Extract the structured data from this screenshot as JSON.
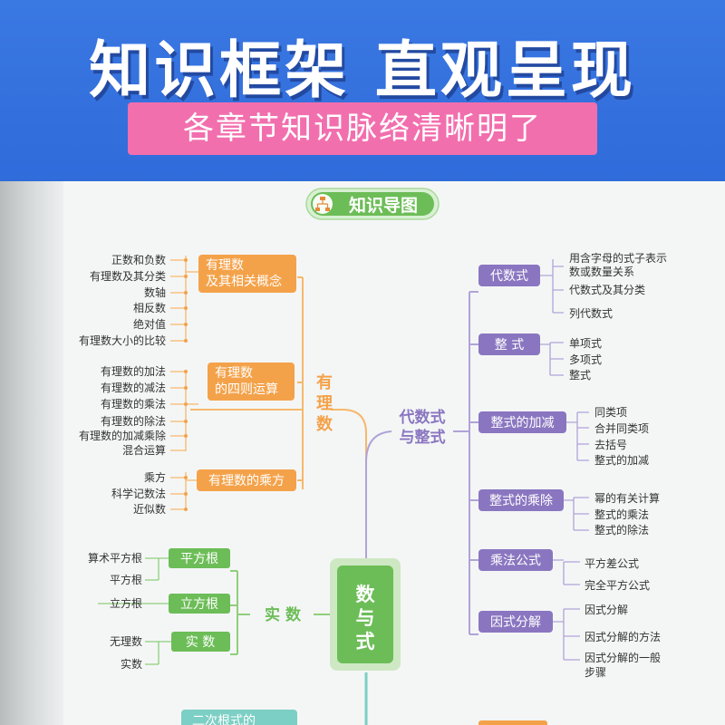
{
  "header": {
    "title": "知识框架  直观呈现",
    "subtitle": "各章节知识脉络清晰明了"
  },
  "badge": {
    "label": "知识导图",
    "icon": "hierarchy-icon"
  },
  "center": {
    "label": "数与式"
  },
  "branches": {
    "rational": {
      "label": "有理数",
      "groups": [
        {
          "label": "有理数 及其相关概念",
          "items": [
            "正数和负数",
            "有理数及其分类",
            "数轴",
            "相反数",
            "绝对值",
            "有理数大小的比较"
          ]
        },
        {
          "label": "有理数 的四则运算",
          "items": [
            "有理数的加法",
            "有理数的减法",
            "有理数的乘法",
            "有理数的除法",
            "有理数的加减乘除",
            "混合运算"
          ]
        },
        {
          "label": "有理数的乘方",
          "items": [
            "乘方",
            "科学记数法",
            "近似数"
          ]
        }
      ]
    },
    "real": {
      "label": "实 数",
      "groups": [
        {
          "label": "平方根",
          "items": [
            "算术平方根",
            "平方根"
          ]
        },
        {
          "label": "立方根",
          "items": [
            "立方根"
          ]
        },
        {
          "label": "实 数",
          "items": [
            "无理数",
            "实数"
          ]
        }
      ]
    },
    "algebra": {
      "label": "代数式 与整式",
      "groups": [
        {
          "label": "代数式",
          "items": [
            "用含字母的式子表示",
            "数或数量关系",
            "代数式及其分类",
            "列代数式"
          ]
        },
        {
          "label": "整 式",
          "items": [
            "单项式",
            "多项式",
            "整式"
          ]
        },
        {
          "label": "整式的加减",
          "items": [
            "同类项",
            "合并同类项",
            "去括号",
            "整式的加减"
          ]
        },
        {
          "label": "整式的乘除",
          "items": [
            "幂的有关计算",
            "整式的乘法",
            "整式的除法"
          ]
        },
        {
          "label": "乘法公式",
          "items": [
            "平方差公式",
            "完全平方公式"
          ]
        },
        {
          "label": "因式分解",
          "items": [
            "因式分解",
            "因式分解的方法",
            "因式分解的一般",
            "步骤"
          ]
        }
      ]
    },
    "radical": {
      "label": "二次根式的"
    }
  },
  "colors": {
    "banner": "#2f6bda",
    "pink": "#f26fae",
    "orange": "#f4a24a",
    "orange_line": "#f6b86a",
    "green": "#6cbd57",
    "green_line": "#8fce7b",
    "purple": "#8a76c0",
    "purple_line": "#b0a3d8",
    "teal": "#7ccfc4"
  }
}
